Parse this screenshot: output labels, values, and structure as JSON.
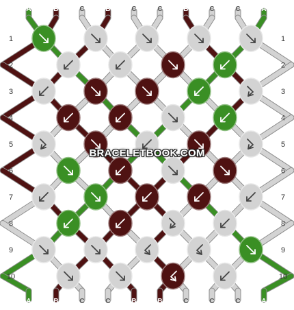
{
  "watermark": "BRACELETBOOK.COM",
  "colors": {
    "A": "#3a8f24",
    "B": "#4f1212",
    "C": "#d3d3d3"
  },
  "strings": [
    "A",
    "B",
    "C",
    "B",
    "C",
    "C",
    "B",
    "C",
    "C",
    "A"
  ],
  "row_labels": [
    "1",
    "2",
    "3",
    "4",
    "5",
    "6",
    "7",
    "8",
    "9",
    "10"
  ],
  "knot_rows": [
    [
      [
        "A",
        "f"
      ],
      [
        "C",
        "f"
      ],
      [
        "C",
        "f"
      ],
      [
        "C",
        "f"
      ],
      [
        "C",
        "f"
      ]
    ],
    [
      [
        "C",
        "b"
      ],
      [
        "C",
        "b"
      ],
      [
        "B",
        "f"
      ],
      [
        "A",
        "b"
      ]
    ],
    [
      [
        "C",
        "b"
      ],
      [
        "B",
        "f"
      ],
      [
        "B",
        "f"
      ],
      [
        "A",
        "b"
      ],
      [
        "C",
        "fb"
      ]
    ],
    [
      [
        "B",
        "b"
      ],
      [
        "B",
        "b"
      ],
      [
        "C",
        "f"
      ],
      [
        "A",
        "b"
      ]
    ],
    [
      [
        "C",
        "fb"
      ],
      [
        "B",
        "f"
      ],
      [
        "C",
        "b"
      ],
      [
        "B",
        "f"
      ],
      [
        "C",
        "fb"
      ]
    ],
    [
      [
        "A",
        "f"
      ],
      [
        "B",
        "b"
      ],
      [
        "C",
        "f"
      ],
      [
        "B",
        "f"
      ]
    ],
    [
      [
        "C",
        "b"
      ],
      [
        "A",
        "f"
      ],
      [
        "B",
        "b"
      ],
      [
        "B",
        "b"
      ],
      [
        "C",
        "b"
      ]
    ],
    [
      [
        "A",
        "b"
      ],
      [
        "B",
        "b"
      ],
      [
        "C",
        "fb"
      ],
      [
        "C",
        "b"
      ]
    ],
    [
      [
        "C",
        "f"
      ],
      [
        "C",
        "f"
      ],
      [
        "C",
        "bf"
      ],
      [
        "C",
        "bf"
      ],
      [
        "A",
        "f"
      ]
    ],
    [
      [
        "C",
        "f"
      ],
      [
        "C",
        "f"
      ],
      [
        "B",
        "bf"
      ],
      [
        "C",
        "b"
      ]
    ]
  ]
}
